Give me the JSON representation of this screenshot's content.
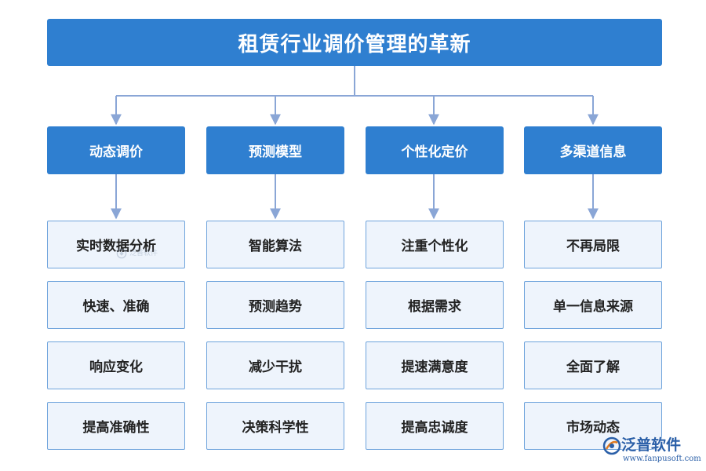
{
  "diagram": {
    "title": "租赁行业调价管理的革新",
    "columns": [
      {
        "header": "动态调价",
        "items": [
          "实时数据分析",
          "快速、准确",
          "响应变化",
          "提高准确性"
        ]
      },
      {
        "header": "预测模型",
        "items": [
          "智能算法",
          "预测趋势",
          "减少干扰",
          "决策科学性"
        ]
      },
      {
        "header": "个性化定价",
        "items": [
          "注重个性化",
          "根据需求",
          "提速满意度",
          "提高忠诚度"
        ]
      },
      {
        "header": "多渠道信息",
        "items": [
          "不再局限",
          "单一信息来源",
          "全面了解",
          "市场动态"
        ]
      }
    ]
  },
  "watermark": {
    "brand": "泛普软件",
    "url": "www.fanpusoft.com"
  },
  "colors": {
    "primary": "#2f7fd0",
    "connector": "#8aa6d6",
    "item_bg": "#eef4fc",
    "item_border": "#6fa4dc"
  }
}
